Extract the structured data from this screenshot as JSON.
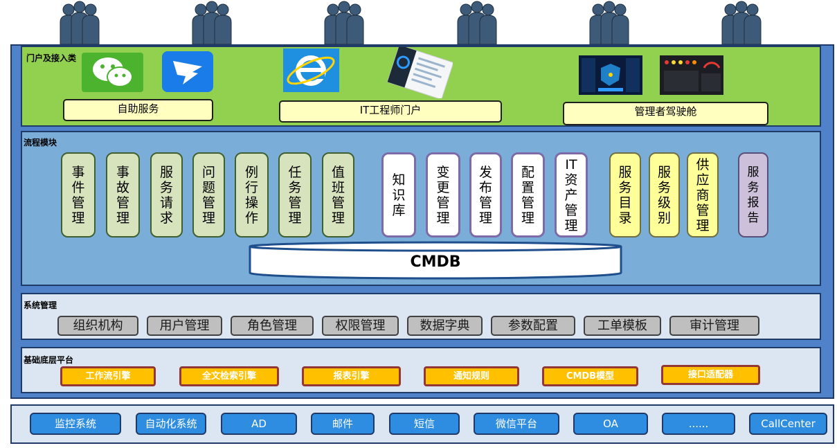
{
  "sections": {
    "portal": "门户及接入类",
    "process": "流程模块",
    "system_management": "系统管理",
    "platform": "基础底层平台"
  },
  "portal_labels": {
    "self_service": "自助服务",
    "engineer_portal": "IT工程师门户",
    "manager_cockpit": "管理者驾驶舱"
  },
  "process_modules": {
    "incident": "事件管理",
    "problem_incident": "事故管理",
    "service_request": "服务请求",
    "problem": "问题管理",
    "routine": "例行操作",
    "task": "任务管理",
    "duty": "值班管理",
    "knowledge": "知识库",
    "change": "变更管理",
    "release": "发布管理",
    "config": "配置管理",
    "it_asset": "IT资产管理",
    "service_catalog": "服务目录",
    "service_level": "服务级别",
    "supplier": "供应商管理",
    "service_report": "服务报告"
  },
  "cmdb": "CMDB",
  "system_management": [
    "组织机构",
    "用户管理",
    "角色管理",
    "权限管理",
    "数据字典",
    "参数配置",
    "工单模板",
    "审计管理"
  ],
  "platform": [
    "工作流引擎",
    "全文检索引擎",
    "报表引擎",
    "通知规则",
    "CMDB模型",
    "接口适配器"
  ],
  "external_systems": [
    "监控系统",
    "自动化系统",
    "AD",
    "邮件",
    "短信",
    "微信平台",
    "OA",
    "......",
    "CallCenter"
  ],
  "colors": {
    "portal_bg": "#92d050",
    "process_bg": "#7aaed8",
    "frame_bg": "#4f82c8",
    "light_bg": "#dce6f2",
    "engine_fill": "#ffc000",
    "external_fill": "#2e8de0"
  }
}
